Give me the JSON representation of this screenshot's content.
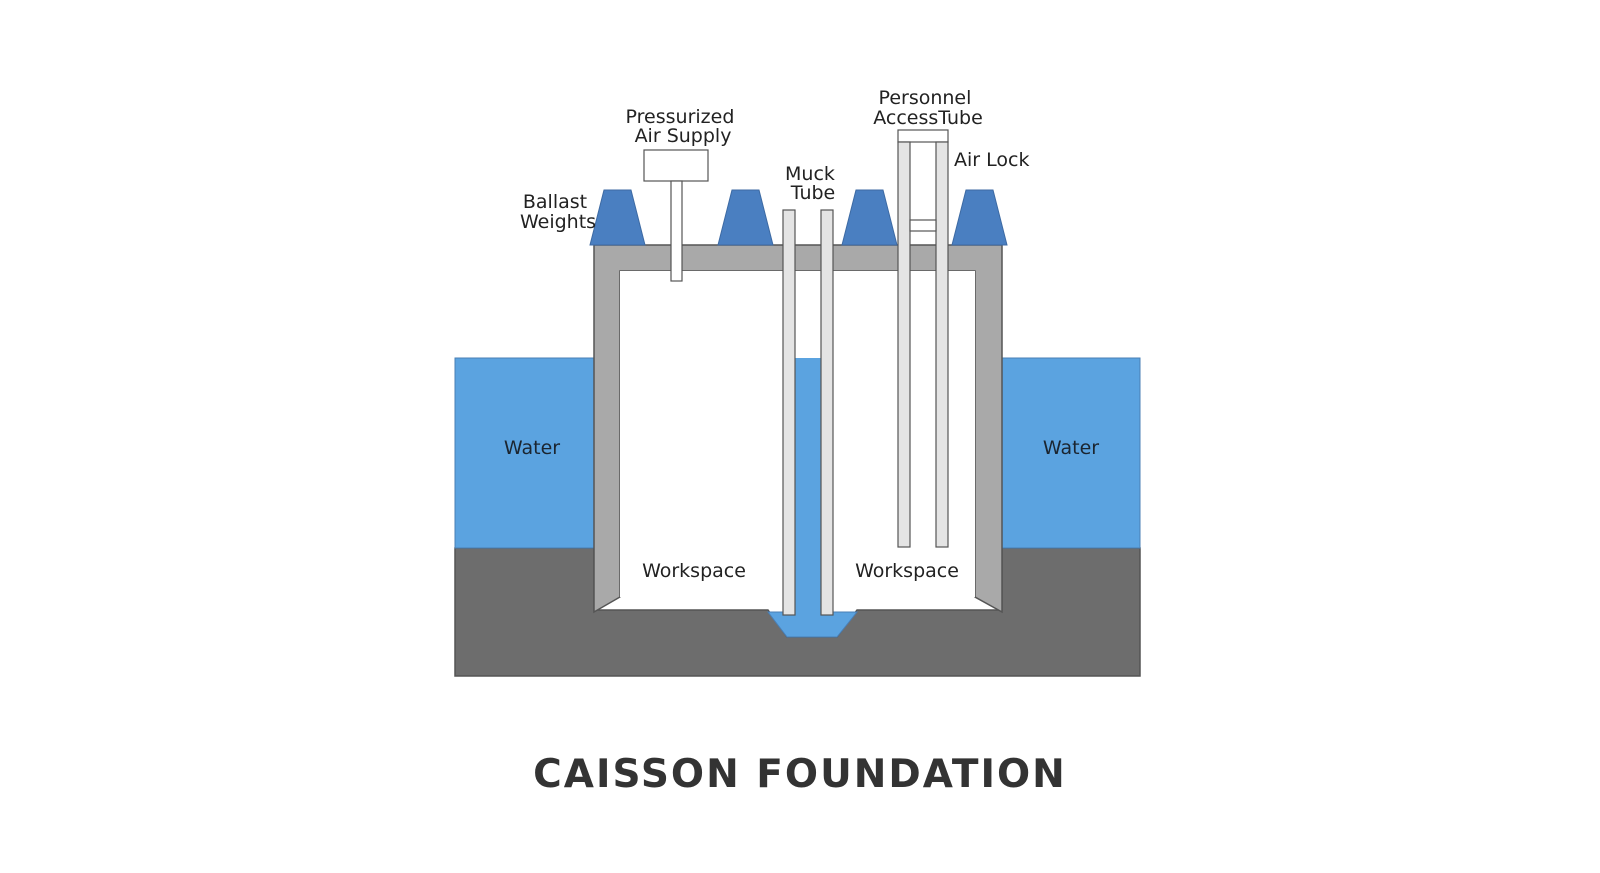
{
  "caption": "CAISSON FOUNDATION",
  "labels": {
    "pressurized_air_supply": [
      "Pressurized",
      "Air Supply"
    ],
    "ballast_weights": [
      "Ballast",
      "Weights"
    ],
    "muck_tube": [
      "Muck",
      "Tube"
    ],
    "personnel_access_tube": [
      "Personnel",
      "AccessTube"
    ],
    "air_lock": "Air Lock",
    "water_left": "Water",
    "water_right": "Water",
    "workspace_left": "Workspace",
    "workspace_right": "Workspace"
  },
  "colors": {
    "water": "#5ba3e0",
    "ground": "#6d6d6d",
    "caisson_wall": "#a9a9a9",
    "ballast": "#4a7fc1",
    "tube": "#e4e4e4",
    "outline": "#555555"
  }
}
